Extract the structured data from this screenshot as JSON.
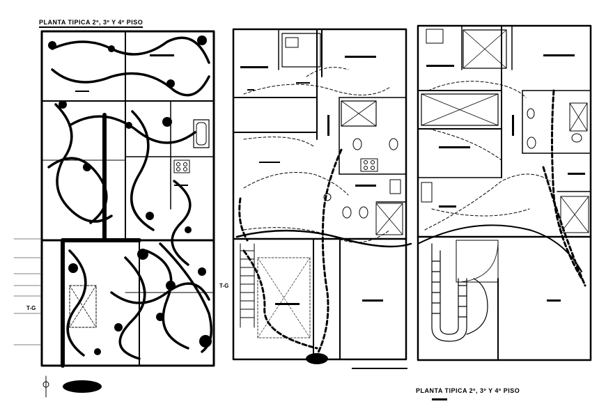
{
  "titles": {
    "top": "PLANTA TIPICA 2º, 3º Y 4º PISO",
    "bottom": "PLANTA TIPICA 2º, 3º Y 4º PISO"
  },
  "panel_tags": {
    "left": "T-G",
    "middle": "T-G"
  },
  "colors": {
    "ink": "#000000",
    "background": "#ffffff"
  }
}
